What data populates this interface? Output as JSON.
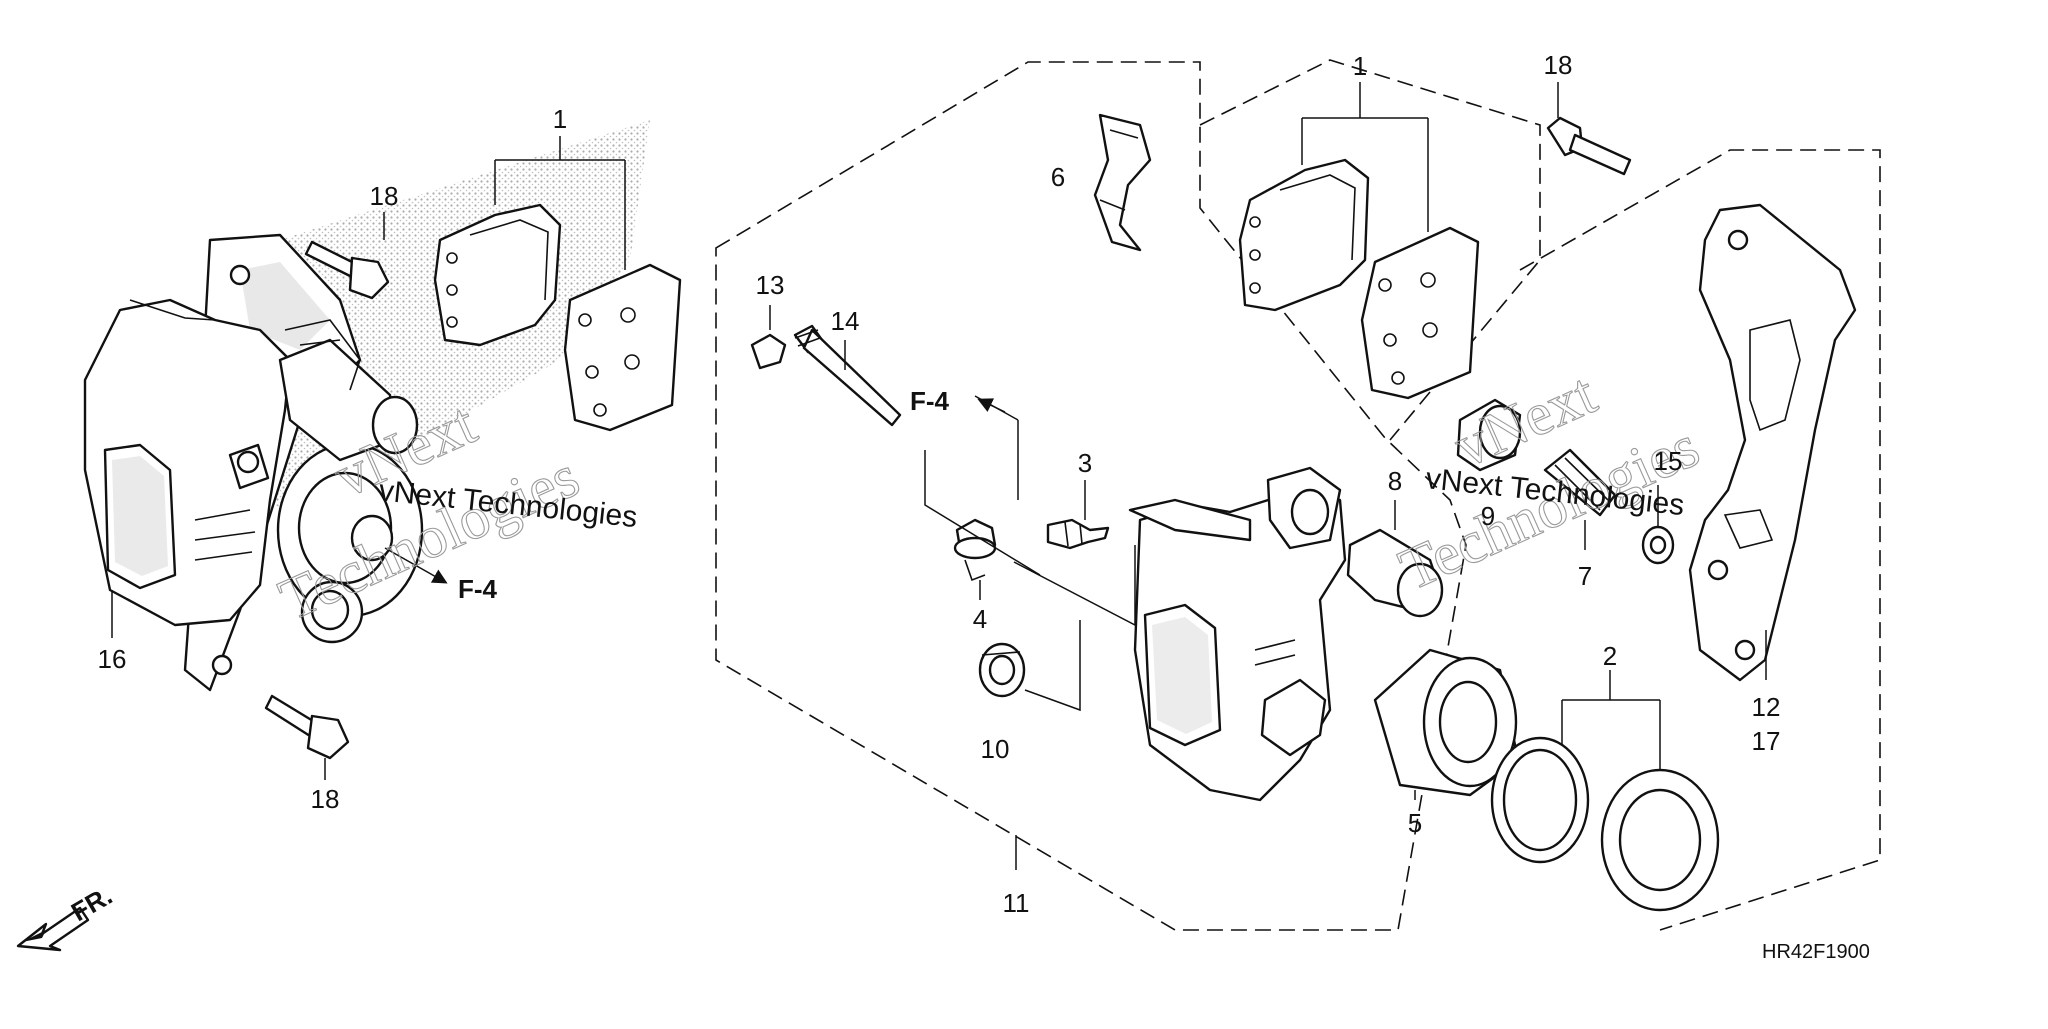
{
  "callouts": {
    "left_pads": "1",
    "left_upper_bolt": "18",
    "left_caliper": "16",
    "left_lower_bolt": "18",
    "right_pads": "1",
    "right_bolt": "18",
    "spring_clip": "6",
    "pin_cap": "13",
    "slide_pin": "14",
    "bleeder": "3",
    "bleeder_cap": "4",
    "boot_small": "10",
    "caliper_sub": "11",
    "boot_left": "8",
    "boot_right": "9",
    "pin_sleeve": "7",
    "washer": "15",
    "seal": "2",
    "piston": "5",
    "bracket_a": "12",
    "bracket_b": "17"
  },
  "references": {
    "left": "F-4",
    "center": "F-4"
  },
  "direction_label": "FR.",
  "diagram_code": "HR42F1900",
  "watermark": {
    "line1": "vNext",
    "line2": "vNext Technologies",
    "line3": "Technologies"
  },
  "colors": {
    "ink": "#111111",
    "screen": "#d9d9d9",
    "watermark": "#9a9a9a"
  }
}
